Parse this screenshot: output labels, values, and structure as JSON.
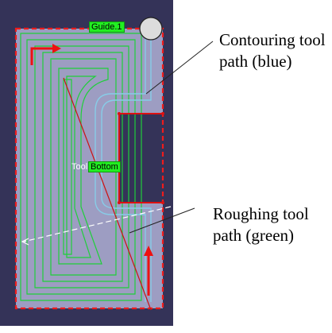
{
  "annotations": {
    "contouring_line1": "Contouring tool",
    "contouring_line2": "path (blue)",
    "roughing_line1": "Roughing  tool",
    "roughing_line2": "path (green)"
  },
  "tags": {
    "guide": "Guide.1",
    "tool_prefix": "Tool",
    "bottom": "Bottom"
  },
  "colors": {
    "frame": "#343358",
    "part": "#9d9dc2",
    "boundary": "#ee1c1c",
    "roughing_path": "#1fcf3a",
    "contouring_path": "#87cde8",
    "tag_background": "#22ee22"
  }
}
